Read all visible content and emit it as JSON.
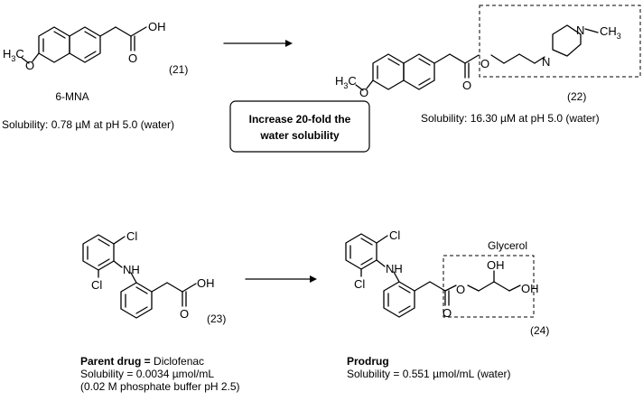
{
  "compound21": {
    "number": "(21)",
    "name": "6-MNA",
    "solubility": "Solubility: 0.78 µM at pH 5.0 (water)",
    "atoms": {
      "oh": "OH",
      "o_carbonyl": "O",
      "h3c": "H",
      "h3c_sub": "3",
      "h3c_c": "C",
      "o_ether": "O"
    }
  },
  "compound22": {
    "number": "(22)",
    "solubility": "Solubility: 16.30 µM at pH 5.0 (water)",
    "atoms": {
      "o_ester": "O",
      "o_carbonyl": "O",
      "n1": "N",
      "n2": "N",
      "ch": "CH",
      "ch_sub": "3",
      "h3c": "H",
      "h3c_sub": "3",
      "h3c_c": "C",
      "o_ether": "O"
    }
  },
  "callout": {
    "line1": "Increase 20-fold the",
    "line2": "water solubility"
  },
  "compound23": {
    "number": "(23)",
    "label_bold": "Parent drug =",
    "label_name": " Diclofenac",
    "solubility": "Solubility = 0.0034 µmol/mL",
    "buffer": "(0.02 M phosphate buffer pH 2.5)",
    "atoms": {
      "cl_top": "Cl",
      "cl_bottom": "Cl",
      "nh": "NH",
      "oh": "OH",
      "o_carbonyl": "O"
    }
  },
  "compound24": {
    "number": "(24)",
    "group_label": "Glycerol",
    "label_bold": "Prodrug",
    "solubility": "Solubility = 0.551 µmol/mL (water)",
    "atoms": {
      "cl_top": "Cl",
      "cl_bottom": "Cl",
      "nh": "NH",
      "o_ester": "O",
      "o_carbonyl": "O",
      "oh1": "OH",
      "oh2": "OH"
    }
  }
}
